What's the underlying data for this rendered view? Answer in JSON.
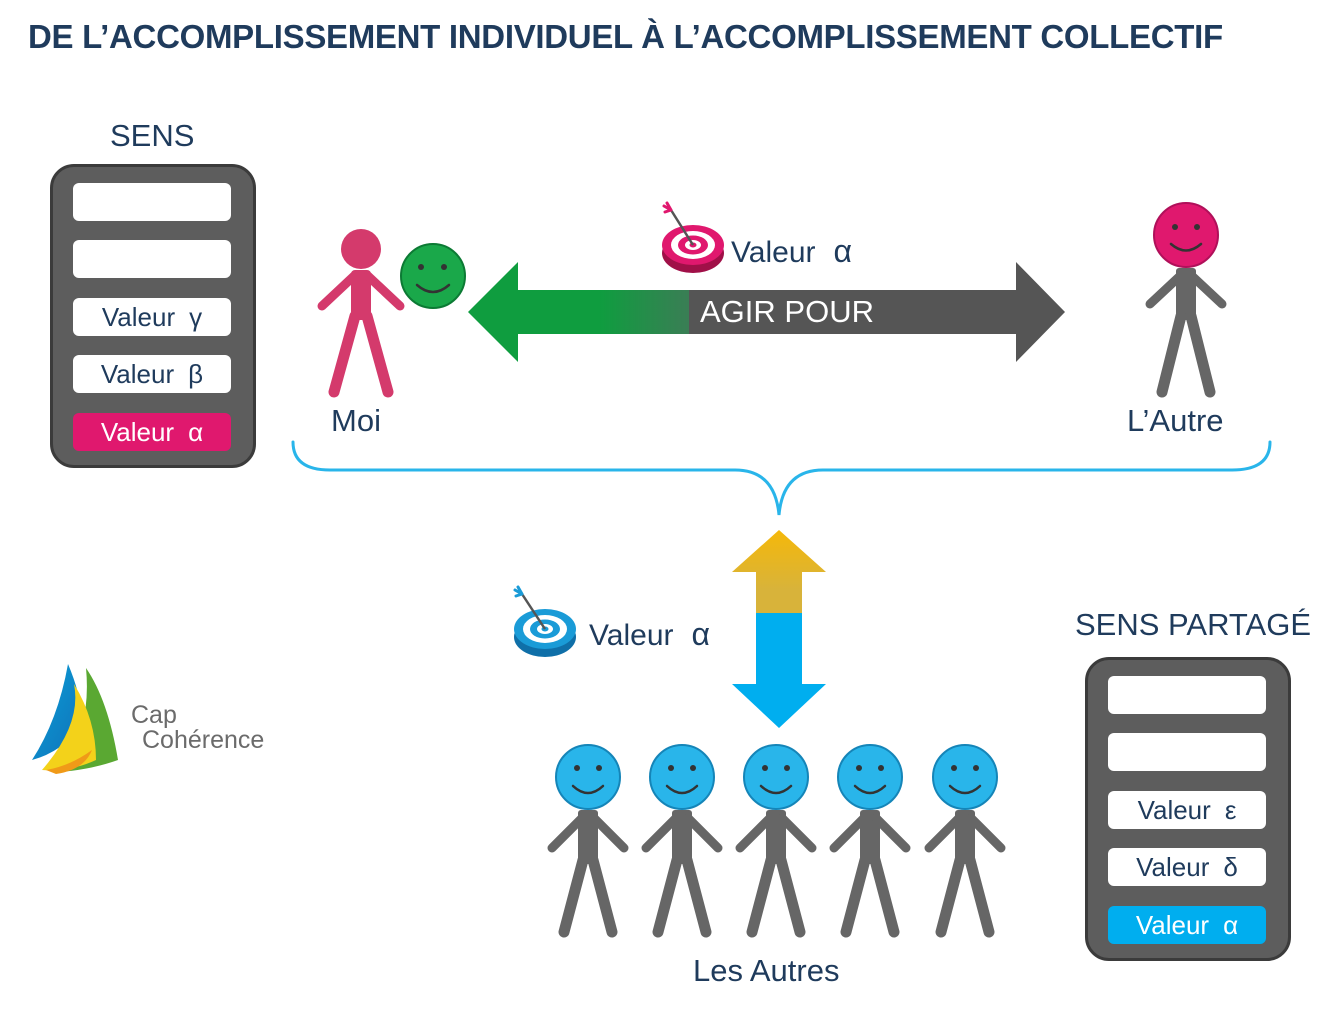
{
  "title": "DE L’ACCOMPLISSEMENT INDIVIDUEL À L’ACCOMPLISSEMENT COLLECTIF",
  "sens_panel": {
    "heading": "SENS",
    "slots": [
      {
        "word": "",
        "greek": ""
      },
      {
        "word": "",
        "greek": ""
      },
      {
        "word": "Valeur",
        "greek": "γ"
      },
      {
        "word": "Valeur",
        "greek": "β"
      },
      {
        "word": "Valeur",
        "greek": "α",
        "highlight": "#e0186e"
      }
    ]
  },
  "sens_partage_panel": {
    "heading": "SENS PARTAGÉ",
    "slots": [
      {
        "word": "",
        "greek": ""
      },
      {
        "word": "",
        "greek": ""
      },
      {
        "word": "Valeur",
        "greek": "ε"
      },
      {
        "word": "Valeur",
        "greek": "δ"
      },
      {
        "word": "Valeur",
        "greek": "α",
        "highlight": "#00aeef"
      }
    ]
  },
  "top_target": {
    "word": "Valeur",
    "greek": "α",
    "color": "#e0186e"
  },
  "bottom_target": {
    "word": "Valeur",
    "greek": "α",
    "color": "#1a9bd7"
  },
  "arrow_label": "AGIR POUR",
  "moi_label": "Moi",
  "autre_label": "L’Autre",
  "autres_label": "Les Autres",
  "logo": {
    "line1": "Cap",
    "line2": "Cohérence"
  },
  "colors": {
    "title": "#1f3b5c",
    "moi_figure": "#d43a6c",
    "moi_smiley": "#1aa84a",
    "autre_head": "#e0186e",
    "figure_gray": "#666666",
    "autres_head": "#29b5ea",
    "arrow_green": "#0f9d3f",
    "arrow_gray": "#555555",
    "arrow_yellow": "#f5b80a",
    "arrow_blue": "#00aeef",
    "brace": "#29b5ea"
  }
}
